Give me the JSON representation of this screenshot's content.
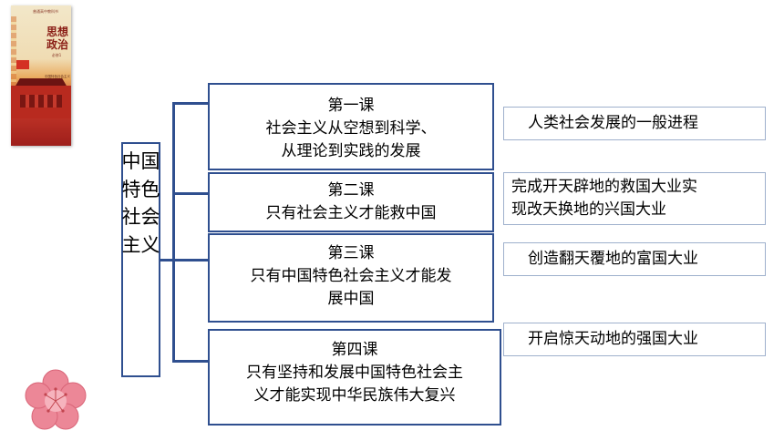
{
  "book": {
    "publisher_text": "普通高中教科书",
    "title_line1": "思想",
    "title_line2": "政治",
    "subtitle": "必修1",
    "bottom_text": "中国特色社会主义"
  },
  "left_box": {
    "text": "中国特色社会主义"
  },
  "lessons": [
    {
      "title": "第一课",
      "line1": "社会主义从空想到科学、",
      "line2": "从理论到实践的发展"
    },
    {
      "title": "第二课",
      "line1": "只有社会主义才能救中国",
      "line2": ""
    },
    {
      "title": "第三课",
      "line1": "只有中国特色社会主义才能发",
      "line2": "展中国"
    },
    {
      "title": "第四课",
      "line1": "只有坚持和发展中国特色社会主",
      "line2": "义才能实现中华民族伟大复兴"
    }
  ],
  "right_items": [
    {
      "line1": "人类社会发展的一般进程",
      "line2": ""
    },
    {
      "line1": "完成开天辟地的救国大业实",
      "line2": "现改天换地的兴国大业"
    },
    {
      "line1": "创造翻天覆地的富国大业",
      "line2": ""
    },
    {
      "line1": "开启惊天动地的强国大业",
      "line2": ""
    }
  ],
  "colors": {
    "border": "#2f4f8f",
    "right_border": "#9eb0cc",
    "flower": "#e87a8a"
  }
}
